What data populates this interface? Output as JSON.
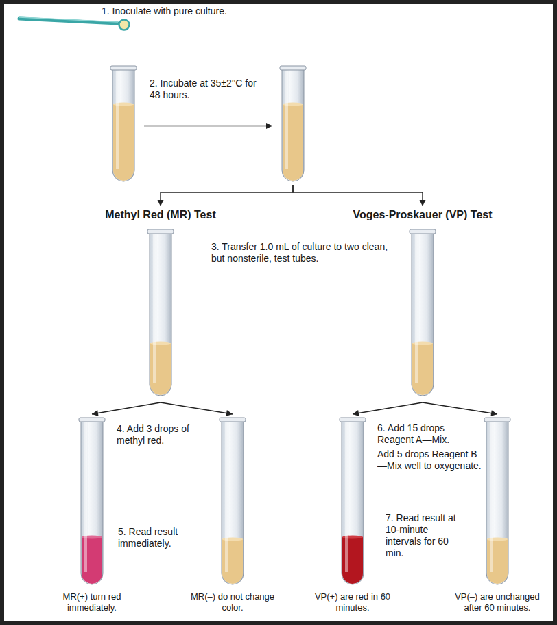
{
  "diagram": {
    "nodes": [
      {
        "text": [
          "1. Inoculate with pure culture."
        ]
      },
      {
        "text": []
      },
      {
        "text": [
          "Methyl Red (MR) Test"
        ]
      },
      {
        "text": [
          "Voges-Proskauer (VP) Test"
        ]
      },
      {
        "text": [
          "MR(+) turn red immediately."
        ]
      },
      {
        "text": [
          "MR(–) do not change color."
        ]
      },
      {
        "text": [
          "VP(+) are red in 60 minutes."
        ]
      },
      {
        "text": [
          "VP(–) are unchanged after 60 minutes."
        ]
      }
    ],
    "edges": [
      {
        "from": 0,
        "to": 1,
        "arrow": "to"
      },
      {
        "from": 1,
        "to": 2,
        "arrow": "to"
      },
      {
        "from": 1,
        "to": 3,
        "arrow": "to"
      },
      {
        "from": 2,
        "to": 4,
        "arrow": "to"
      },
      {
        "from": 2,
        "to": 5,
        "arrow": "to"
      },
      {
        "from": 3,
        "to": 6,
        "arrow": "to"
      },
      {
        "from": 3,
        "to": 7,
        "arrow": "to"
      }
    ],
    "labels": [
      "2. Incubate at 35±2°C for 48 hours.",
      "3. Transfer 1.0 mL of culture to two clean, but nonsterile, test tubes.",
      "4. Add 3 drops of methyl red.",
      "5. Read result immediately.",
      "6. Add 15 drops Reagent A—Mix.",
      "Add 5 drops Reagent B—Mix well to oxygenate.",
      "7. Read result at 10-minute intervals for 60 min."
    ]
  }
}
